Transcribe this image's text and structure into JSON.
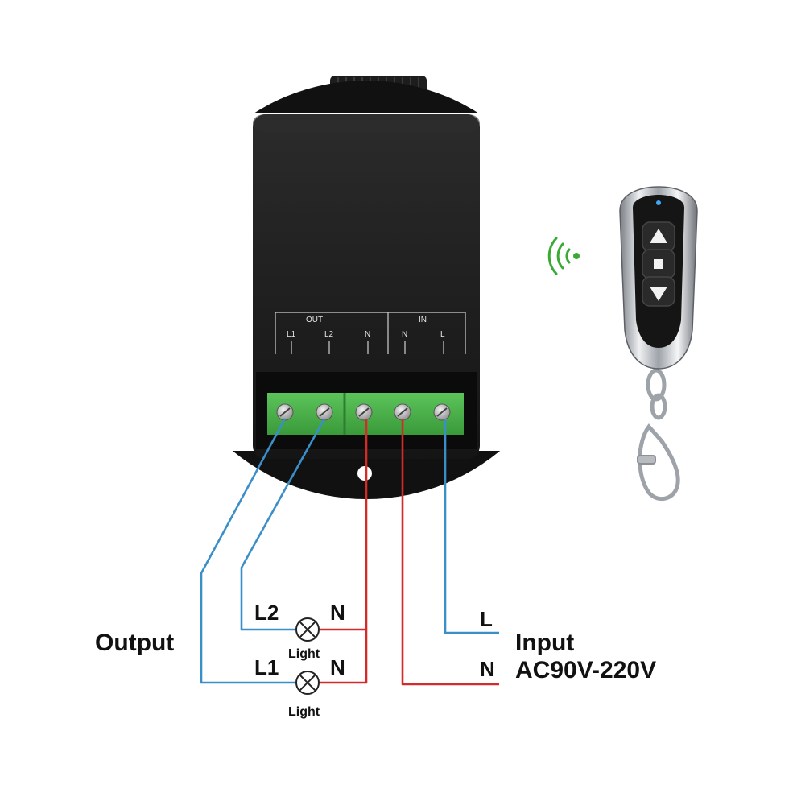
{
  "device": {
    "out_label": "OUT",
    "in_label": "IN",
    "terminals": [
      "L1",
      "L2",
      "N",
      "N",
      "L"
    ]
  },
  "wiring": {
    "output_label": "Output",
    "load_top": {
      "line": "L2",
      "neutral": "N",
      "caption": "Light"
    },
    "load_bottom": {
      "line": "L1",
      "neutral": "N",
      "caption": "Light"
    },
    "input_line": "L",
    "input_neutral": "N",
    "input_label": "Input",
    "input_voltage": "AC90V-220V"
  },
  "colors": {
    "line_wire": "#3b8fc9",
    "neutral_wire": "#d42a2a",
    "signal": "#3aaa35",
    "terminal_block": "#4caf50",
    "housing": "#1a1a1a"
  },
  "icons": [
    "wireless-signal-icon",
    "up-arrow-icon",
    "stop-icon",
    "down-arrow-icon",
    "lamp-icon"
  ]
}
